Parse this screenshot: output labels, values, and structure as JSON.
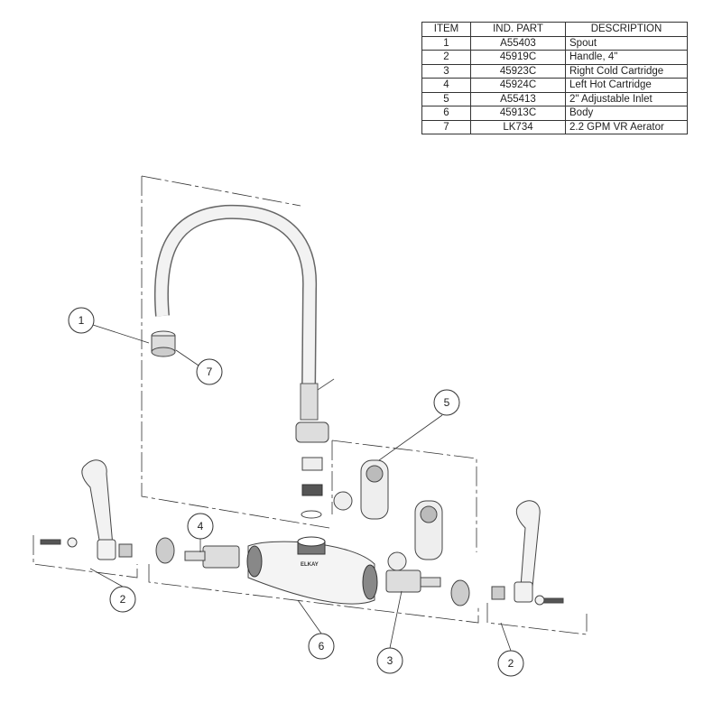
{
  "table": {
    "headers": [
      "ITEM",
      "IND. PART",
      "DESCRIPTION"
    ],
    "rows": [
      {
        "item": "1",
        "part": "A55403",
        "description": "Spout"
      },
      {
        "item": "2",
        "part": "45919C",
        "description": "Handle, 4\""
      },
      {
        "item": "3",
        "part": "45923C",
        "description": "Right Cold Cartridge"
      },
      {
        "item": "4",
        "part": "45924C",
        "description": "Left Hot Cartridge"
      },
      {
        "item": "5",
        "part": "A55413",
        "description": "2\" Adjustable Inlet"
      },
      {
        "item": "6",
        "part": "45913C",
        "description": "Body"
      },
      {
        "item": "7",
        "part": "LK734",
        "description": "2.2 GPM VR Aerator"
      }
    ]
  },
  "callouts": [
    "1",
    "7",
    "5",
    "4",
    "2",
    "6",
    "3",
    "2"
  ],
  "body_brand": "ELKAY"
}
